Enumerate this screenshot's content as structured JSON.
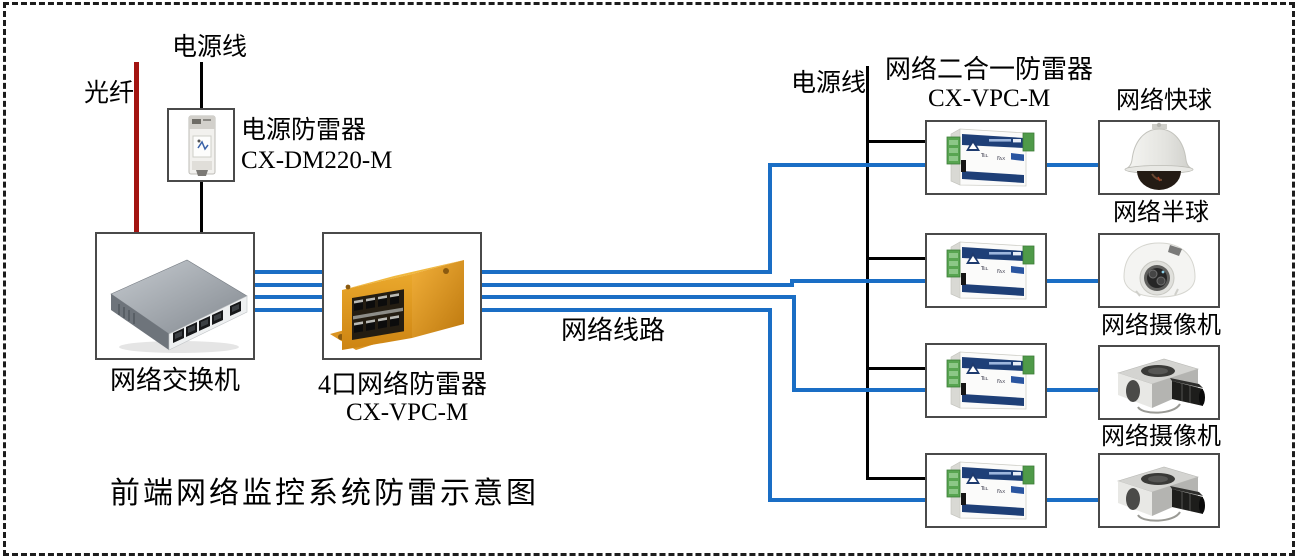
{
  "diagram": {
    "title": "前端网络监控系统防雷示意图",
    "left": {
      "fiber_label": "光纤",
      "power_line_label": "电源线",
      "power_protector": {
        "name": "电源防雷器",
        "model": "CX-DM220-M",
        "icon": "din-surge-protector-icon"
      },
      "switch": {
        "label": "网络交换机",
        "icon": "network-switch-icon"
      },
      "four_port_protector": {
        "name": "4口网络防雷器",
        "model": "CX-VPC-M",
        "icon": "four-port-surge-protector-icon"
      },
      "network_line_label": "网络线路"
    },
    "right": {
      "power_line_label": "电源线",
      "combo_protector": {
        "name": "网络二合一防雷器",
        "model": "CX-VPC-M",
        "icon": "combo-surge-protector-icon"
      },
      "cameras": [
        {
          "label": "网络快球",
          "icon": "speed-dome-camera-icon"
        },
        {
          "label": "网络半球",
          "icon": "dome-camera-icon"
        },
        {
          "label": "网络摄像机",
          "icon": "box-camera-icon"
        },
        {
          "label": "网络摄像机",
          "icon": "box-camera-icon"
        }
      ]
    },
    "colors": {
      "network_cable": "#1a6ec5",
      "power_cable": "#000000",
      "fiber_cable": "#a31411",
      "box_border": "#4a4a4a",
      "background": "#ffffff"
    }
  }
}
